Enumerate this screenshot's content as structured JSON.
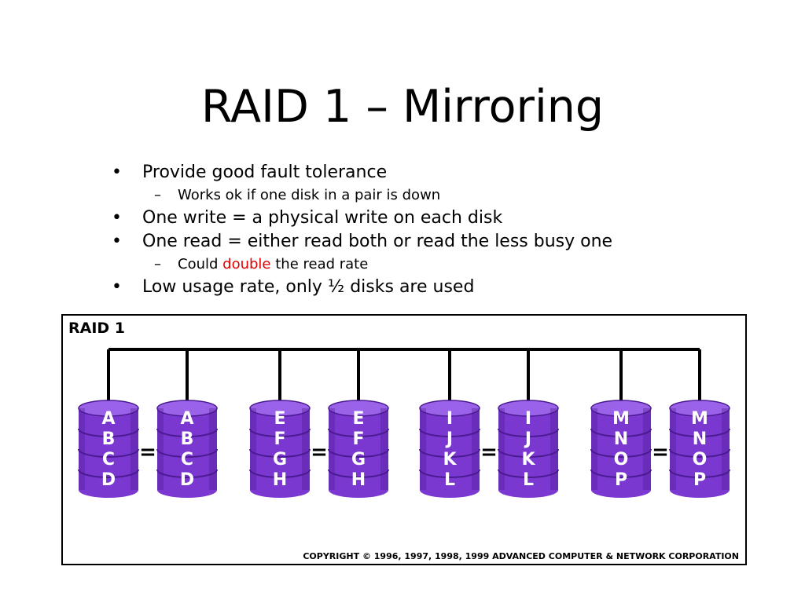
{
  "slide": {
    "title": "RAID 1 – Mirroring",
    "bullets": [
      {
        "text": "Provide good fault tolerance"
      },
      {
        "text": "Works ok if one disk in a pair is down"
      },
      {
        "text": "One write = a physical write on each disk"
      },
      {
        "text": "One read = either read both or read the less busy one"
      },
      {
        "prefix": "Could ",
        "highlight": "double",
        "suffix": " the read rate"
      },
      {
        "text": "Low usage rate, only ½ disks are used"
      }
    ],
    "highlight_color": "#e00000"
  },
  "figure": {
    "title": "RAID 1",
    "copyright": "COPYRIGHT © 1996, 1997, 1998, 1999 ADVANCED COMPUTER & NETWORK CORPORATION",
    "disk_color": "#7a38d0",
    "pairs": [
      {
        "blocks": [
          "A",
          "B",
          "C",
          "D"
        ],
        "separator": "="
      },
      {
        "blocks": [
          "E",
          "F",
          "G",
          "H"
        ],
        "separator": "="
      },
      {
        "blocks": [
          "I",
          "J",
          "K",
          "L"
        ],
        "separator": "="
      },
      {
        "blocks": [
          "M",
          "N",
          "O",
          "P"
        ],
        "separator": "="
      }
    ]
  }
}
